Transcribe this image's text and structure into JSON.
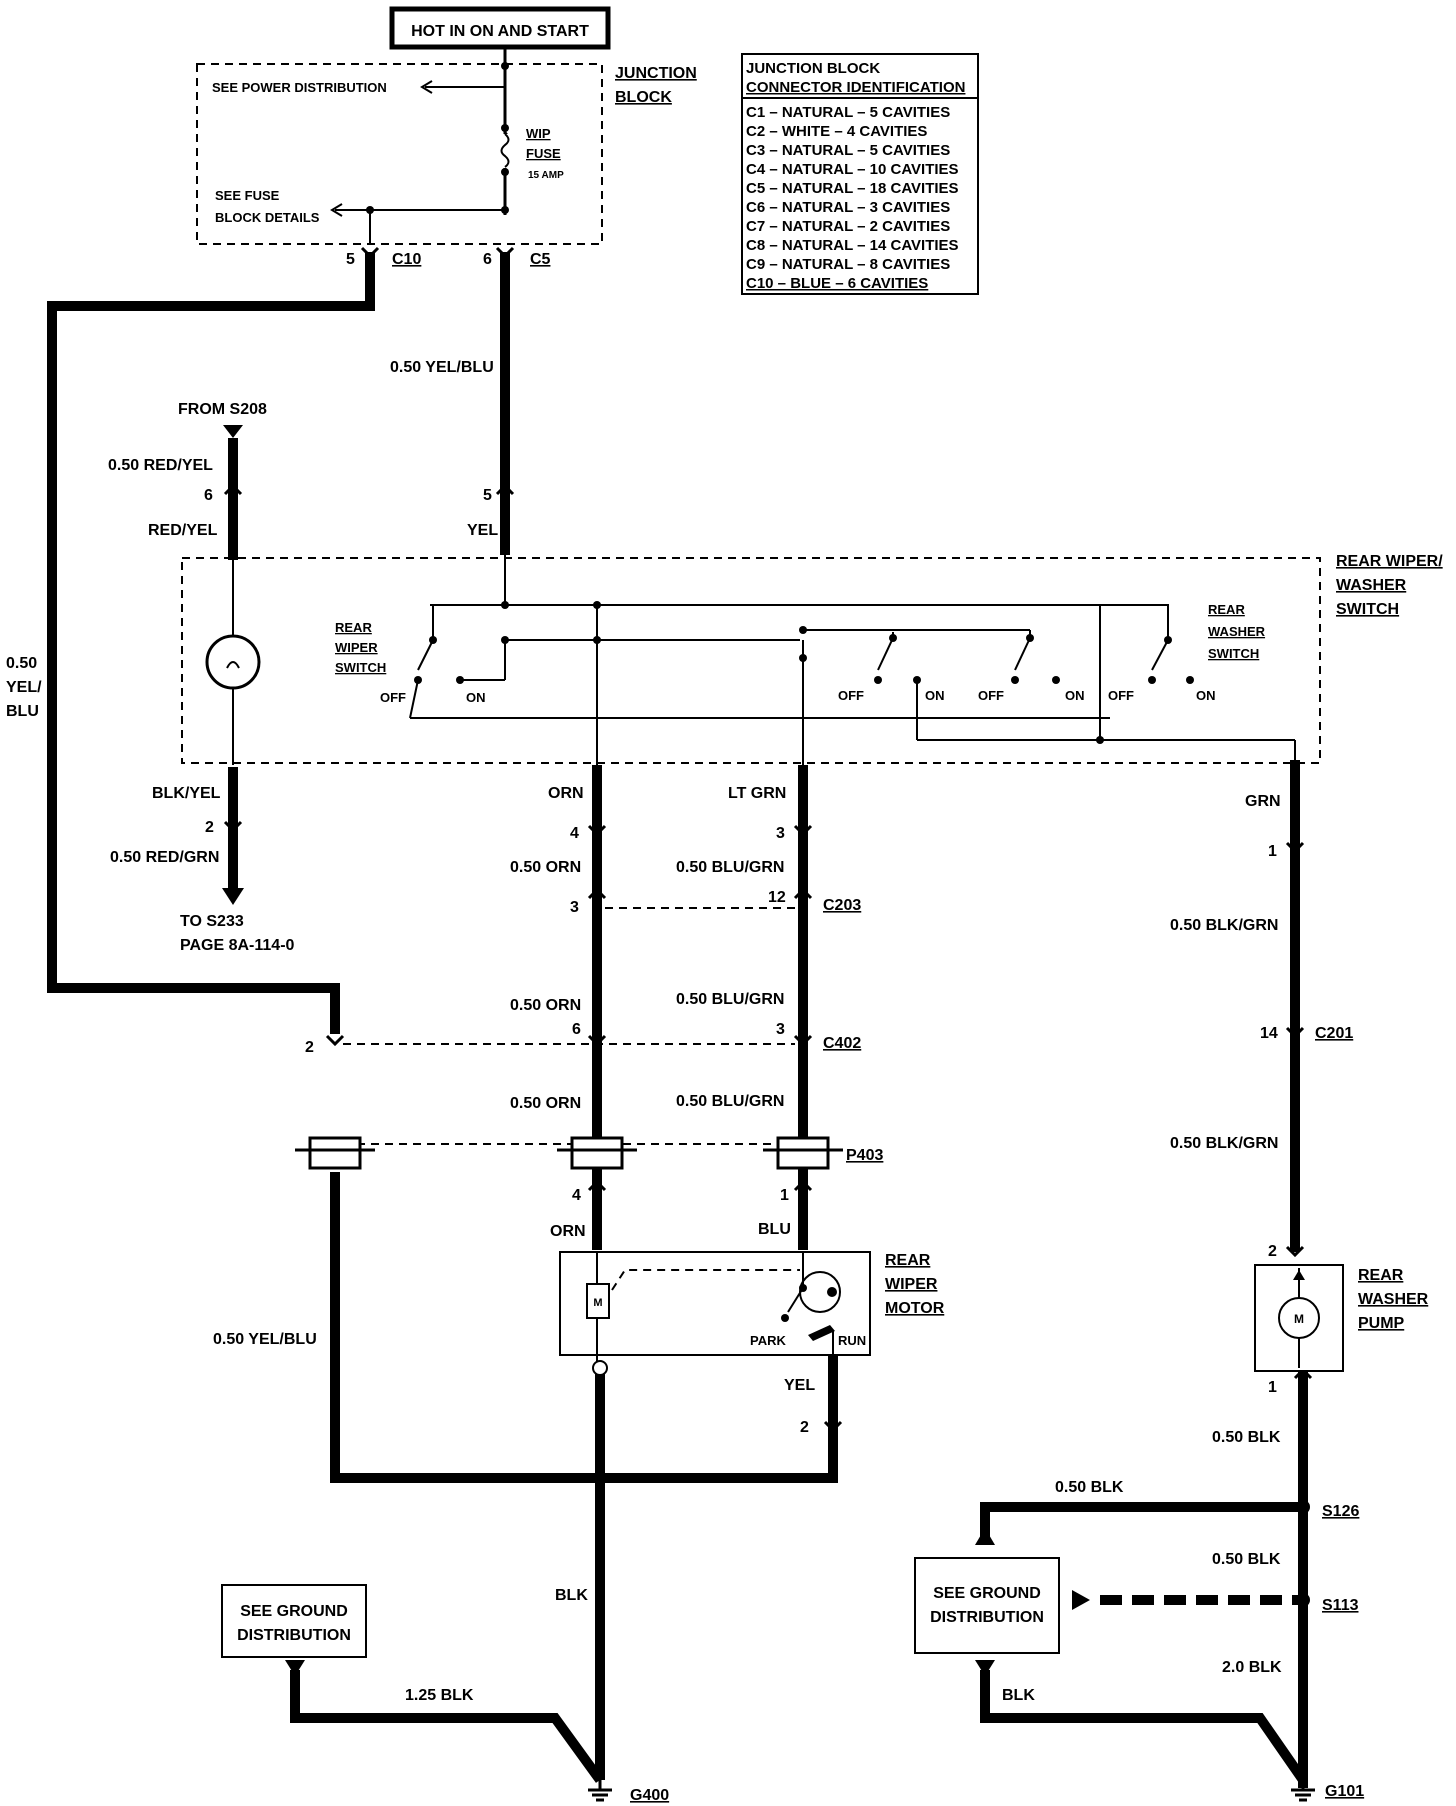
{
  "header": {
    "power_label": "HOT IN ON AND START"
  },
  "junction_block": {
    "title_line1": "JUNCTION",
    "title_line2": "BLOCK",
    "see_power": "SEE POWER DISTRIBUTION",
    "fuse_line1": "WIP",
    "fuse_line2": "FUSE",
    "fuse_amp": "15 AMP",
    "see_fuse_line1": "SEE FUSE",
    "see_fuse_line2": "BLOCK DETAILS",
    "c10_pin": "5",
    "c10": "C10",
    "c5_pin": "6",
    "c5": "C5"
  },
  "connector_table": {
    "title_line1": "JUNCTION BLOCK",
    "title_line2": "CONNECTOR IDENTIFICATION",
    "rows": [
      "C1 – NATURAL – 5 CAVITIES",
      "C2 – WHITE – 4 CAVITIES",
      "C3 – NATURAL – 5 CAVITIES",
      "C4 – NATURAL – 10 CAVITIES",
      "C5 – NATURAL – 18 CAVITIES",
      "C6 – NATURAL – 3 CAVITIES",
      "C7 – NATURAL – 2 CAVITIES",
      "C8 – NATURAL – 14 CAVITIES",
      "C9 – NATURAL – 8 CAVITIES",
      "C10 – BLUE – 6 CAVITIES"
    ]
  },
  "wires": {
    "w_050_yelblu_top": "0.50 YEL/BLU",
    "from_s": "FROM S208",
    "w_050_redyel": "0.50 RED/YEL",
    "pin6": "6",
    "redyel": "RED/YEL",
    "pin5": "5",
    "yel_top": "YEL",
    "left_yel_1": "0.50",
    "left_yel_2": "YEL/",
    "left_yel_3": "BLU",
    "blkyel": "BLK/YEL",
    "pin2_left": "2",
    "w_050_redgrn": "0.50 RED/GRN",
    "to_s": "TO S233",
    "page_ref": "PAGE 8A-114-0",
    "orn": "ORN",
    "ltgrn": "LT GRN",
    "grn": "GRN",
    "pin4_a": "4",
    "pin3_a": "3",
    "pin1_a": "1",
    "w_050_orn_1": "0.50 ORN",
    "w_050_blugrn_1": "0.50 BLU/GRN",
    "w_050_blkgrn_1": "0.50 BLK/GRN",
    "pin3_b": "3",
    "pin12": "12",
    "c203": "C203",
    "w_050_orn_2": "0.50 ORN",
    "w_050_blugrn_2": "0.50 BLU/GRN",
    "pin2_b": "2",
    "pin6_b": "6",
    "pin3_c": "3",
    "c402": "C402",
    "pin14": "14",
    "c201": "C201",
    "w_050_orn_3": "0.50 ORN",
    "w_050_blugrn_3": "0.50 BLU/GRN",
    "w_050_blkgrn_2": "0.50 BLK/GRN",
    "p403": "P403",
    "pin4_b": "4",
    "pin1_b": "1",
    "orn_b": "ORN",
    "blu": "BLU",
    "pin2_pump": "2",
    "w_050_yelblu_left": "0.50 YEL/BLU",
    "yel_motor": "YEL",
    "pin2_motor": "2",
    "pin1_pump": "1",
    "w_050_blk_1": "0.50 BLK",
    "w_050_blk_2": "0.50 BLK",
    "s126": "S126",
    "w_050_blk_3": "0.50 BLK",
    "s113": "S113",
    "w_20_blk": "2.0 BLK",
    "blk_mid": "BLK",
    "blk_right": "BLK",
    "w_125_blk": "1.25 BLK",
    "g400": "G400",
    "g101": "G101"
  },
  "switch": {
    "title_line1": "REAR WIPER/",
    "title_line2": "WASHER",
    "title_line3": "SWITCH",
    "wiper_sw_1": "REAR",
    "wiper_sw_2": "WIPER",
    "wiper_sw_3": "SWITCH",
    "washer_sw_1": "REAR",
    "washer_sw_2": "WASHER",
    "washer_sw_3": "SWITCH",
    "off": "OFF",
    "on": "ON"
  },
  "motor": {
    "title_line1": "REAR",
    "title_line2": "WIPER",
    "title_line3": "MOTOR",
    "park": "PARK",
    "run": "RUN",
    "m": "M"
  },
  "pump": {
    "title_line1": "REAR",
    "title_line2": "WASHER",
    "title_line3": "PUMP",
    "m": "M"
  },
  "ground_boxes": {
    "left_line1": "SEE GROUND",
    "left_line2": "DISTRIBUTION",
    "right_line1": "SEE GROUND",
    "right_line2": "DISTRIBUTION"
  }
}
